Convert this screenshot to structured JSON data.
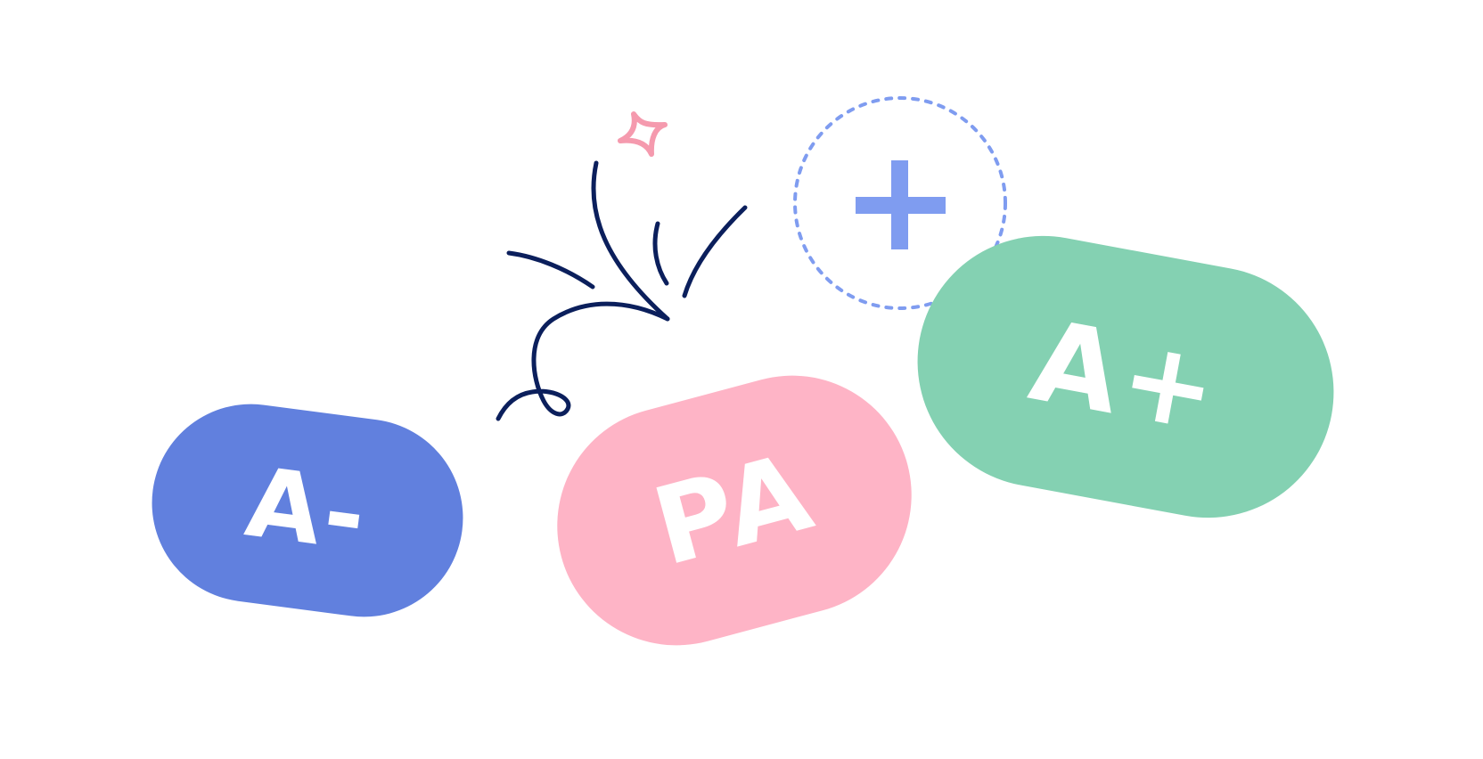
{
  "badges": {
    "a_minus": {
      "label": "A-",
      "color": "#6180de"
    },
    "pa": {
      "label": "PA",
      "color": "#feb4c6"
    },
    "a_plus": {
      "label": "A+",
      "color": "#84d1b2"
    }
  },
  "decorations": {
    "arrow_color": "#0b1f5c",
    "sparkle_color": "#f59aae",
    "plus_color": "#7f9cf0",
    "dashed_circle_color": "#7f9cf0"
  }
}
